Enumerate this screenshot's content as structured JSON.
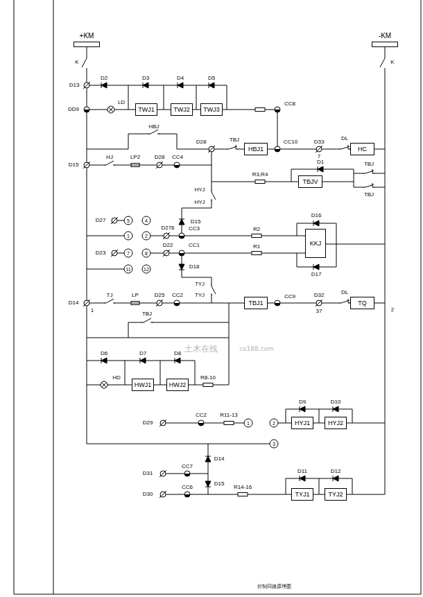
{
  "diagram": {
    "caption": "控制回路原理图",
    "nodes": [
      {
        "text": [
          "+KM"
        ]
      },
      {
        "text": [
          "-KM"
        ]
      },
      {
        "text": [
          "TWJ1"
        ]
      },
      {
        "text": [
          "TWJ2"
        ]
      },
      {
        "text": [
          "TWJ3"
        ]
      },
      {
        "text": [
          "HBJ1"
        ]
      },
      {
        "text": [
          "HC"
        ]
      },
      {
        "text": [
          "TBJV"
        ]
      },
      {
        "text": [
          "KKJ"
        ]
      },
      {
        "text": [
          "TBJ1"
        ]
      },
      {
        "text": [
          "TQ"
        ]
      },
      {
        "text": [
          "HWJ1"
        ]
      },
      {
        "text": [
          "HWJ2"
        ]
      },
      {
        "text": [
          "HYJ1"
        ]
      },
      {
        "text": [
          "HYJ2"
        ]
      },
      {
        "text": [
          "TYJ1"
        ]
      },
      {
        "text": [
          "TYJ2"
        ]
      }
    ],
    "edges": [
      {
        "from": 2,
        "to": 3,
        "arrow": "none"
      },
      {
        "from": 3,
        "to": 4,
        "arrow": "none"
      },
      {
        "from": 11,
        "to": 12,
        "arrow": "none"
      },
      {
        "from": 13,
        "to": 14,
        "arrow": "none"
      },
      {
        "from": 15,
        "to": 16,
        "arrow": "none"
      }
    ],
    "labels": [
      "K",
      "K",
      "D13",
      "D2",
      "D3",
      "D4",
      "D5",
      "DD9",
      "LD",
      "CC8",
      "HBJ",
      "TBJ",
      "CC10",
      "D33",
      "7",
      "DL",
      "D15",
      "HJ",
      "LP2",
      "D28",
      "CC4",
      "D28",
      "HYJ",
      "HYJ",
      "R3,R4",
      "D1",
      "TBJ",
      "TBJ",
      "D15",
      "D27",
      "5",
      "4",
      "1",
      "2",
      "D276",
      "CC3",
      "R2",
      "D16",
      "D17",
      "D23",
      "7",
      "8",
      "D22",
      "CC1",
      "R1",
      "11",
      "12",
      "D18",
      "TYJ",
      "TYJ",
      "D14",
      "1",
      "TJ",
      "LP",
      "D25",
      "CC2",
      "CC9",
      "D32",
      "37",
      "DL",
      "2",
      "TBJ",
      "D6",
      "D7",
      "D8",
      "HD",
      "R8-10",
      "D9",
      "D10",
      "D29",
      "CC2",
      "R11-13",
      "1",
      "2",
      "3",
      "D14",
      "D31",
      "CC7",
      "D15",
      "D30",
      "CC6",
      "R14-16",
      "D11",
      "D12",
      "土木在线",
      "co188.com"
    ]
  }
}
